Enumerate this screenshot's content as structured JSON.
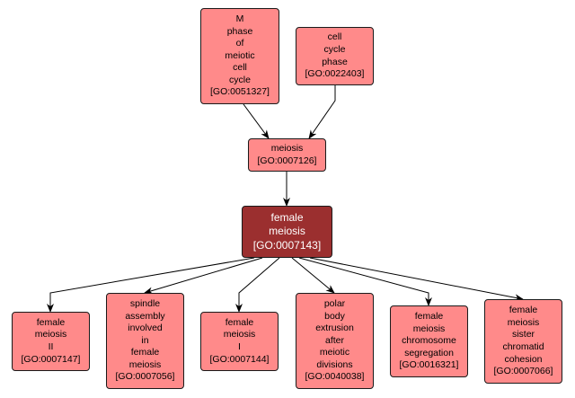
{
  "diagram": {
    "type": "GO term hierarchy graph",
    "colors": {
      "node_fill": "#ff8a8a",
      "focus_fill": "#9b2f2f",
      "focus_text": "#ffffff",
      "border": "#1a1a1a",
      "edge": "#000000"
    },
    "nodes": {
      "m_phase": {
        "lines": [
          "M",
          "phase",
          "of",
          "meiotic",
          "cell",
          "cycle",
          "[GO:0051327]"
        ]
      },
      "cell_cycle_phase": {
        "lines": [
          "cell",
          "cycle",
          "phase",
          "[GO:0022403]"
        ]
      },
      "meiosis": {
        "lines": [
          "meiosis",
          "[GO:0007126]"
        ]
      },
      "female_meiosis": {
        "lines": [
          "female",
          "meiosis",
          "[GO:0007143]"
        ],
        "focus": true
      },
      "female_meiosis_ii": {
        "lines": [
          "female",
          "meiosis",
          "II",
          "[GO:0007147]"
        ]
      },
      "spindle_assembly": {
        "lines": [
          "spindle",
          "assembly",
          "involved",
          "in",
          "female",
          "meiosis",
          "[GO:0007056]"
        ]
      },
      "female_meiosis_i": {
        "lines": [
          "female",
          "meiosis",
          "I",
          "[GO:0007144]"
        ]
      },
      "polar_body": {
        "lines": [
          "polar",
          "body",
          "extrusion",
          "after",
          "meiotic",
          "divisions",
          "[GO:0040038]"
        ]
      },
      "chromosome_segregation": {
        "lines": [
          "female",
          "meiosis",
          "chromosome",
          "segregation",
          "[GO:0016321]"
        ]
      },
      "sister_chromatid": {
        "lines": [
          "female",
          "meiosis",
          "sister",
          "chromatid",
          "cohesion",
          "[GO:0007066]"
        ]
      }
    },
    "edges": [
      {
        "from": "m_phase",
        "to": "meiosis"
      },
      {
        "from": "cell_cycle_phase",
        "to": "meiosis"
      },
      {
        "from": "meiosis",
        "to": "female_meiosis"
      },
      {
        "from": "female_meiosis",
        "to": "female_meiosis_ii"
      },
      {
        "from": "female_meiosis",
        "to": "spindle_assembly"
      },
      {
        "from": "female_meiosis",
        "to": "female_meiosis_i"
      },
      {
        "from": "female_meiosis",
        "to": "polar_body"
      },
      {
        "from": "female_meiosis",
        "to": "chromosome_segregation"
      },
      {
        "from": "female_meiosis",
        "to": "sister_chromatid"
      }
    ]
  }
}
